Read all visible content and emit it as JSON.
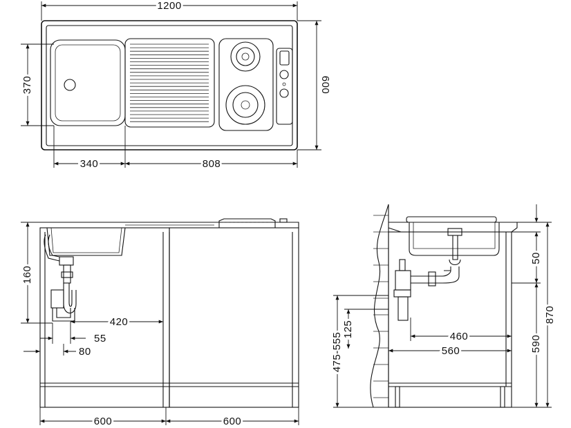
{
  "top_view": {
    "dim_width": "1200",
    "dim_depth": "600",
    "dim_bowl_depth": "370",
    "dim_bowl_width": "340",
    "dim_drainer_width": "808"
  },
  "front_view": {
    "dim_bowl_height": "160",
    "dim_trap_offset": "420",
    "dim_trap_width": "55",
    "dim_trap_side": "80",
    "dim_cabinet_left": "600",
    "dim_cabinet_right": "600"
  },
  "side_view": {
    "dim_outlet_range": "475-555",
    "dim_outlet_height": "125",
    "dim_offset_460": "460",
    "dim_offset_560": "560",
    "dim_top_50": "50",
    "dim_height_590": "590",
    "dim_height_870": "870"
  },
  "colors": {
    "line": "#111111",
    "background": "#ffffff"
  }
}
